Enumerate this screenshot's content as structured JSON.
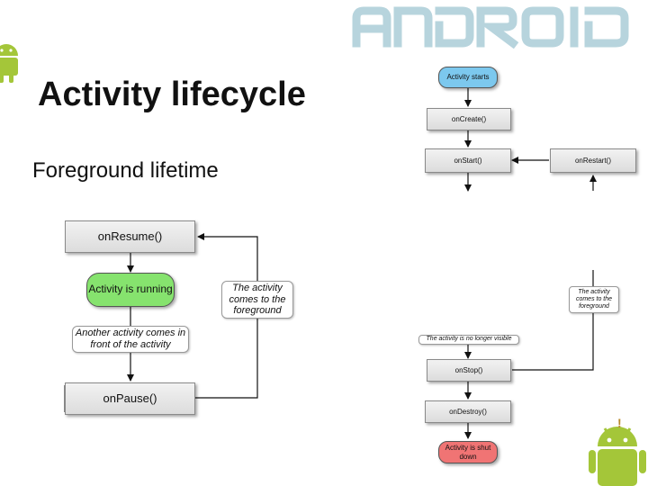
{
  "slide": {
    "title": "Activity lifecycle",
    "subtitle": "Foreground lifetime",
    "logo_text": "ANDROID"
  },
  "main_diagram": {
    "on_resume": "onResume()",
    "activity_running": "Activity is running",
    "another_activity": "Another activity comes in front of the activity",
    "comes_to_foreground": "The activity comes to the foreground",
    "on_pause": "onPause()"
  },
  "side_diagram": {
    "activity_starts": "Activity starts",
    "on_create": "onCreate()",
    "on_start": "onStart()",
    "on_restart": "onRestart()",
    "comes_to_foreground": "The activity comes to the foreground",
    "no_longer_visible": "The activity is no longer visible",
    "on_stop": "onStop()",
    "on_destroy": "onDestroy()",
    "shut_down": "Activity is shut down"
  },
  "colors": {
    "logo": "#b7d4dd",
    "running_green": "#86e36e",
    "start_blue": "#7cc8ee",
    "shutdown_red": "#f07474",
    "android_green": "#a4c639"
  }
}
